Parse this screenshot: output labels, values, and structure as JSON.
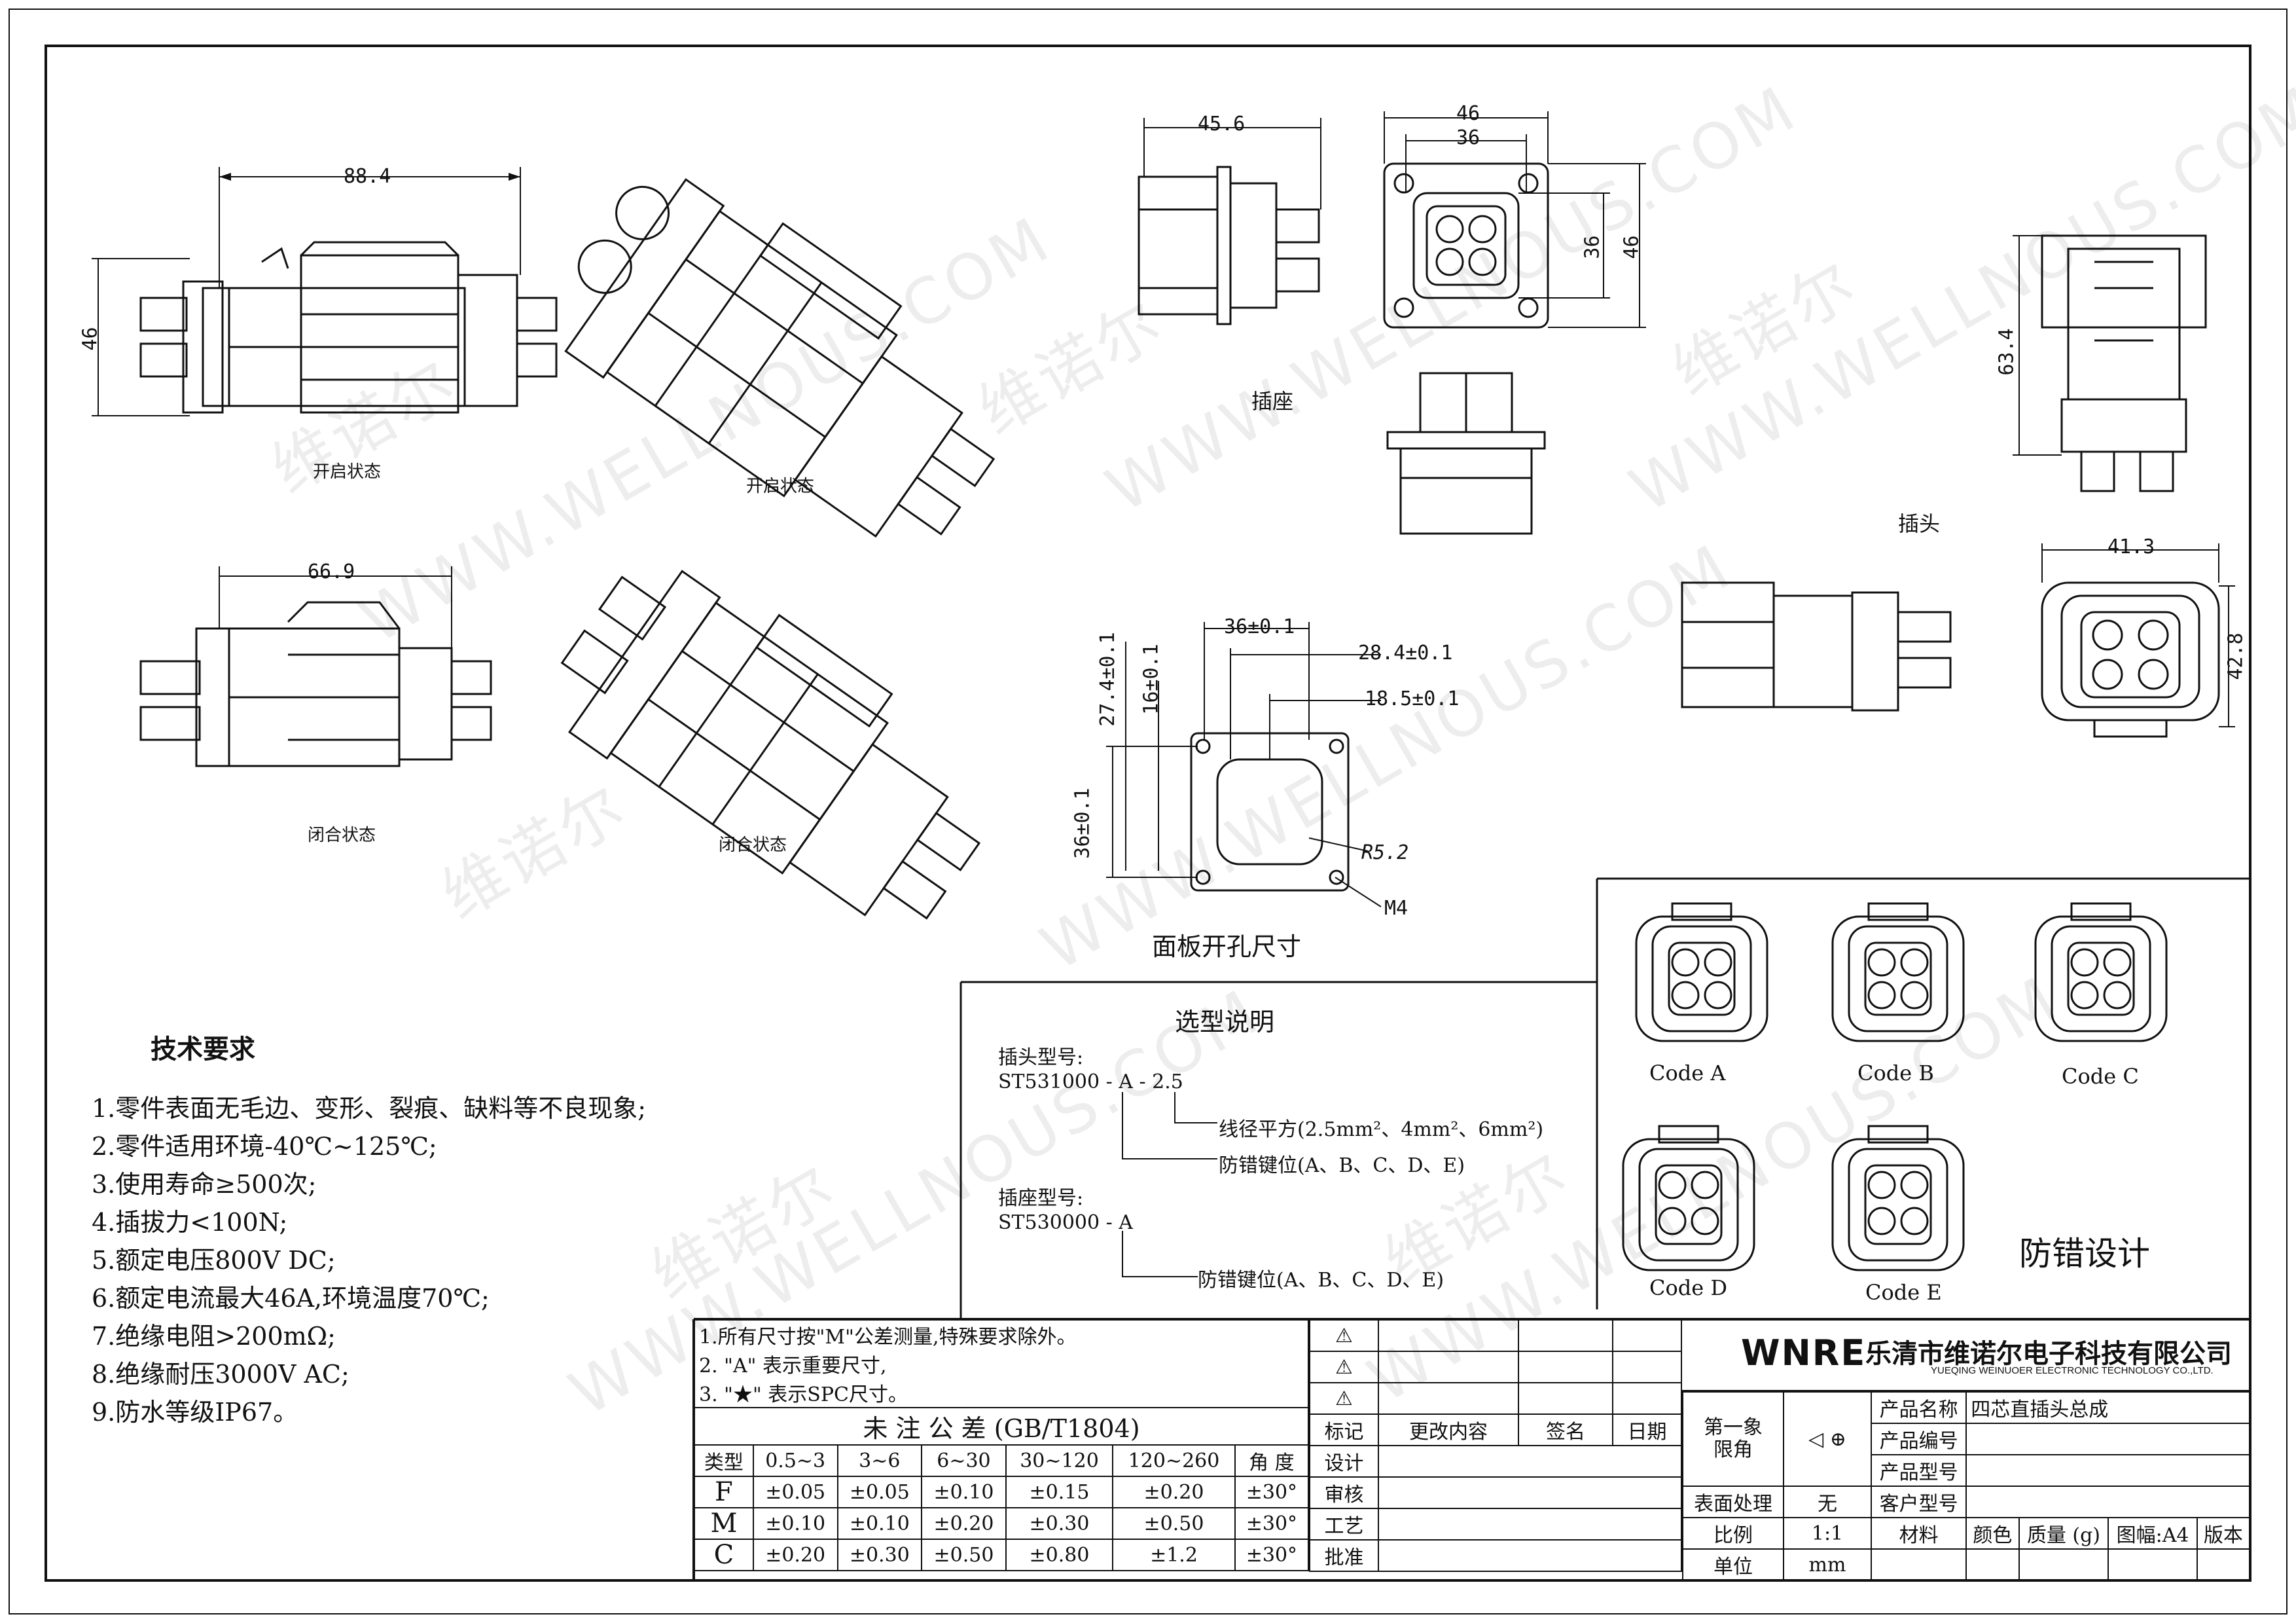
{
  "watermark": {
    "cn": "维诺尔",
    "en": "WWW.WELLNOUS.COM"
  },
  "views": {
    "open_state_1": "开启状态",
    "open_state_2": "开启状态",
    "closed_state_1": "闭合状态",
    "closed_state_2": "闭合状态",
    "socket": "插座",
    "plug": "插头",
    "panel_cutout": "面板开孔尺寸",
    "anti_mismatch": "防错设计"
  },
  "dimensions": {
    "d88": "88.4",
    "d46a": "46",
    "d66": "66.9",
    "d45": "45.6",
    "d46b": "46",
    "d36a": "36",
    "d36b": "36",
    "d46c": "46",
    "d63": "63.4",
    "d41": "41.3",
    "d42": "42.8",
    "c36x": "36±0.1",
    "c284": "28.4±0.1",
    "c185": "18.5±0.1",
    "c274": "27.4±0.1",
    "c16": "16±0.1",
    "c36y": "36±0.1",
    "r52": "R5.2",
    "m4": "M4"
  },
  "codes": [
    "Code  A",
    "Code  B",
    "Code  C",
    "Code  D",
    "Code  E"
  ],
  "selection": {
    "title": "选型说明",
    "plug_label": "插头型号:",
    "plug_model": "ST531000 - A - 2.5",
    "wire_note": "线径平方(2.5mm²、4mm²、6mm²)",
    "key_note_1": "防错键位(A、B、C、D、E)",
    "socket_label": "插座型号:",
    "socket_model": "ST530000 - A",
    "key_note_2": "防错键位(A、B、C、D、E)"
  },
  "tech": {
    "title": "技术要求",
    "items": [
      "1.零件表面无毛边、变形、裂痕、缺料等不良现象;",
      "2.零件适用环境-40℃~125℃;",
      "3.使用寿命≥500次;",
      "4.插拔力<100N;",
      "5.额定电压800V DC;",
      "6.额定电流最大46A,环境温度70℃;",
      "7.绝缘电阻>200mΩ;",
      "8.绝缘耐压3000V AC;",
      "9.防水等级IP67。"
    ]
  },
  "notes": [
    "1.所有尺寸按\"M\"公差测量,特殊要求除外。",
    "2. \"A\" 表示重要尺寸,",
    "3. \"★\" 表示SPC尺寸。"
  ],
  "tolerance": {
    "title": "未 注 公 差 (GB/T1804)",
    "headers": [
      "类型",
      "0.5~3",
      "3~6",
      "6~30",
      "30~120",
      "120~260",
      "角 度"
    ],
    "rows": [
      [
        "F",
        "±0.05",
        "±0.05",
        "±0.10",
        "±0.15",
        "±0.20",
        "±30°"
      ],
      [
        "M",
        "±0.10",
        "±0.10",
        "±0.20",
        "±0.30",
        "±0.50",
        "±30°"
      ],
      [
        "C",
        "±0.20",
        "±0.30",
        "±0.50",
        "±0.80",
        "±1.2",
        "±30°"
      ]
    ]
  },
  "revision": {
    "headers": [
      "标记",
      "更改内容",
      "签名",
      "日期"
    ],
    "roles": [
      "设计",
      "审核",
      "工艺",
      "批准"
    ]
  },
  "titleblock": {
    "logo": "WNRE",
    "company_cn": "乐清市维诺尔电子科技有限公司",
    "company_en": "YUEQING WEINUOER ELECTRONIC TECHNOLOGY CO.,LTD.",
    "projection": "第一象\n限角",
    "product_name_label": "产品名称",
    "product_name": "四芯直插头总成",
    "product_no_label": "产品编号",
    "product_model_label": "产品型号",
    "surface_label": "表面处理",
    "surface_value": "无",
    "customer_model_label": "客户型号",
    "scale_label": "比例",
    "scale_value": "1:1",
    "material_label": "材料",
    "color_label": "颜色",
    "weight_label": "质量 (g)",
    "sheet_label": "图幅:A4",
    "version_label": "版本",
    "unit_label": "单位",
    "unit_value": "mm"
  }
}
